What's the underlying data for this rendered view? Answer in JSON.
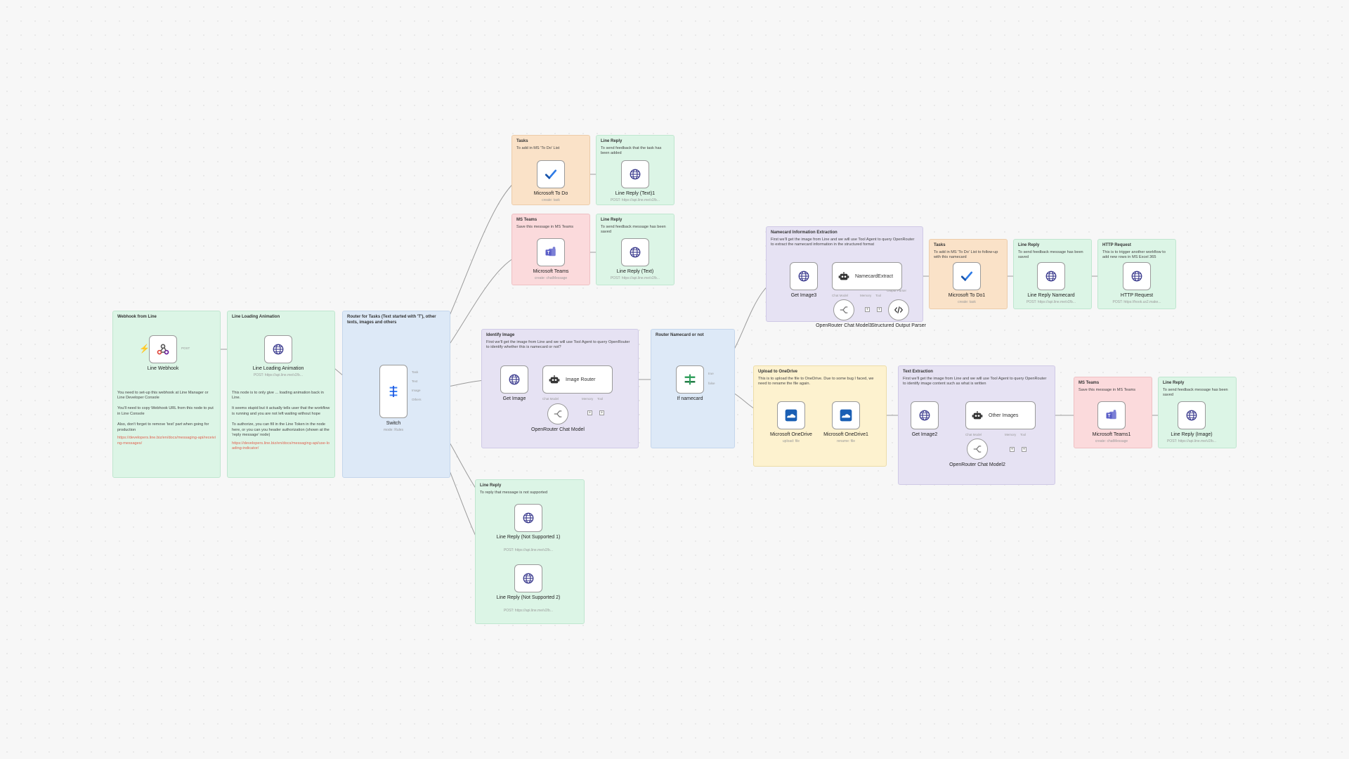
{
  "stickies": {
    "webhook": {
      "title": "Webhook from Line",
      "body": "You need to set-up this webhook at Line Manager or Line Developer Console\n\nYou'll need to copy Webhook URL from this node to put in Line Console\n\nAlso, don't forget to remove 'test' part when going for production",
      "link": "https://developers.line.biz/en/docs/messaging-api/receiving-messages/"
    },
    "loading": {
      "title": "Line Loading Animation",
      "body": "This node is to only give ... loading animation back in Line.\n\nIt seems stupid but it actually tells user that the workflow is running and you are not left waiting without hope\n\nTo authorize, you can fill in the Line Token in the node here, or you can you header authorization (shown at the 'reply message' node)",
      "link": "https://developers.line.biz/en/docs/messaging-api/use-loading-indicator/"
    },
    "router": {
      "title": "Router for Tasks (Text started with 'T'), other texts, images and others",
      "body": ""
    },
    "tasks_top": {
      "title": "Tasks",
      "body": "To add in MS 'To Do' List"
    },
    "reply_task": {
      "title": "Line Reply",
      "body": "To send feedback that the task has been added"
    },
    "teams_top": {
      "title": "MS Teams",
      "body": "Save this message in MS Teams"
    },
    "reply_teams": {
      "title": "Line Reply",
      "body": "To send feedback message has been saved"
    },
    "identify": {
      "title": "Identify Image",
      "body": "First we'll get the image from Line and we will use Tool Agent to query OpenRouter to identify whether this is namecard or not?"
    },
    "router_namecard": {
      "title": "Router Namecard or not",
      "body": ""
    },
    "namecard_extract": {
      "title": "Namecard Information Extraction",
      "body": "First we'll get the image from Line and we will use Tool Agent to query OpenRouter to extract the namecard information in the structured format"
    },
    "tasks_followup": {
      "title": "Tasks",
      "body": "To add in MS 'To Do' List to follow-up with this namecard"
    },
    "reply_namecard": {
      "title": "Line Reply",
      "body": "To send feedback message has been saved"
    },
    "http": {
      "title": "HTTP Request",
      "body": "This is to trigger another workflow to add new rows in MS Excel 365"
    },
    "onedrive": {
      "title": "Upload to OneDrive",
      "body": "This is to upload the file to OneDrive. Due to some bug I faced, we need to rename the file again."
    },
    "text_extraction": {
      "title": "Text Extraction",
      "body": "First we'll get the image from Line and we will use Tool Agent to query OpenRouter to identify image content such as what is written"
    },
    "teams_bottom": {
      "title": "MS Teams",
      "body": "Save this message in MS Teams"
    },
    "reply_image": {
      "title": "Line Reply",
      "body": "To send feedback message has been saved"
    },
    "not_supported": {
      "title": "Line Reply",
      "body": "To reply that message is not supported"
    }
  },
  "nodes": {
    "line_webhook": {
      "name": "Line Webhook",
      "sub": "",
      "icon": "webhook-icon"
    },
    "line_loading": {
      "name": "Line Loading Animation",
      "sub": "POST: https://api.line.me/v2/b...",
      "icon": "globe-icon"
    },
    "switch": {
      "name": "Switch",
      "sub": "mode: Rules",
      "icon": "switch-icon"
    },
    "ms_todo": {
      "name": "Microsoft To Do",
      "sub": "create: task",
      "icon": "check-icon"
    },
    "reply_text1": {
      "name": "Line Reply (Text)1",
      "sub": "POST: https://api.line.me/v2/b...",
      "icon": "globe-icon"
    },
    "ms_teams": {
      "name": "Microsoft Teams",
      "sub": "create: chatMessage",
      "icon": "teams-icon"
    },
    "reply_text": {
      "name": "Line Reply (Text)",
      "sub": "POST: https://api.line.me/v2/b...",
      "icon": "globe-icon"
    },
    "get_image": {
      "name": "Get Image",
      "sub": "",
      "icon": "globe-icon"
    },
    "image_router": {
      "name": "Image Router",
      "sub": "",
      "icon": "robot-icon"
    },
    "or_chat_model": {
      "name": "OpenRouter Chat Model",
      "sub": "",
      "icon": "openrouter-icon"
    },
    "if_namecard": {
      "name": "If namecard",
      "sub": "",
      "icon": "if-icon"
    },
    "get_image3": {
      "name": "Get Image3",
      "sub": "",
      "icon": "globe-icon"
    },
    "namecard_extract": {
      "name": "NamecardExtract",
      "sub": "",
      "icon": "robot-icon"
    },
    "or_chat_model3": {
      "name": "OpenRouter Chat Model3",
      "sub": "",
      "icon": "openrouter-icon"
    },
    "structured_parser": {
      "name": "Structured Output Parser",
      "sub": "",
      "icon": "code-icon"
    },
    "ms_todo1": {
      "name": "Microsoft To Do1",
      "sub": "create: task",
      "icon": "check-icon"
    },
    "reply_namecard": {
      "name": "Line Reply Namecard",
      "sub": "POST: https://api.line.me/v2/b...",
      "icon": "globe-icon"
    },
    "http_request": {
      "name": "HTTP Request",
      "sub": "POST: https://hook.us2.make...",
      "icon": "globe-icon"
    },
    "onedrive": {
      "name": "Microsoft OneDrive",
      "sub": "upload: file",
      "icon": "onedrive-icon"
    },
    "onedrive1": {
      "name": "Microsoft OneDrive1",
      "sub": "rename: file",
      "icon": "onedrive-icon"
    },
    "get_image2": {
      "name": "Get Image2",
      "sub": "",
      "icon": "globe-icon"
    },
    "other_images": {
      "name": "Other Images",
      "sub": "",
      "icon": "robot-icon"
    },
    "or_chat_model2": {
      "name": "OpenRouter Chat Model2",
      "sub": "",
      "icon": "openrouter-icon"
    },
    "ms_teams1": {
      "name": "Microsoft Teams1",
      "sub": "create: chatMessage",
      "icon": "teams-icon"
    },
    "reply_image": {
      "name": "Line Reply (Image)",
      "sub": "POST: https://api.line.me/v2/b...",
      "icon": "globe-icon"
    },
    "reply_ns1": {
      "name": "Line Reply (Not Supported 1)",
      "sub": "POST: https://api.line.me/v2/b...",
      "icon": "globe-icon"
    },
    "reply_ns2": {
      "name": "Line Reply (Not Supported 2)",
      "sub": "POST: https://api.line.me/v2/b...",
      "icon": "globe-icon"
    }
  },
  "ports": {
    "post": "POST",
    "task": "Task",
    "text": "Text",
    "image": "Image",
    "others": "Others",
    "true": "true",
    "false": "false",
    "chat_model": "Chat Model",
    "memory": "Memory",
    "tool": "Tool",
    "output_parser": "Output Parser"
  },
  "colors": {
    "green_note": "#dcf5e6",
    "orange_note": "#fae2c8",
    "pink_note": "#fbdadc",
    "purple_note": "#e6e2f3",
    "blue_note": "#dde9f7",
    "yellow_note": "#fdf2cf",
    "edge": "#9b9b9b",
    "globe": "#3d3d8f",
    "todo_blue": "#2e7be6",
    "teams_purple": "#5b5fc7",
    "onedrive_blue": "#1a5fb4",
    "webhook_red": "#e0463c"
  }
}
